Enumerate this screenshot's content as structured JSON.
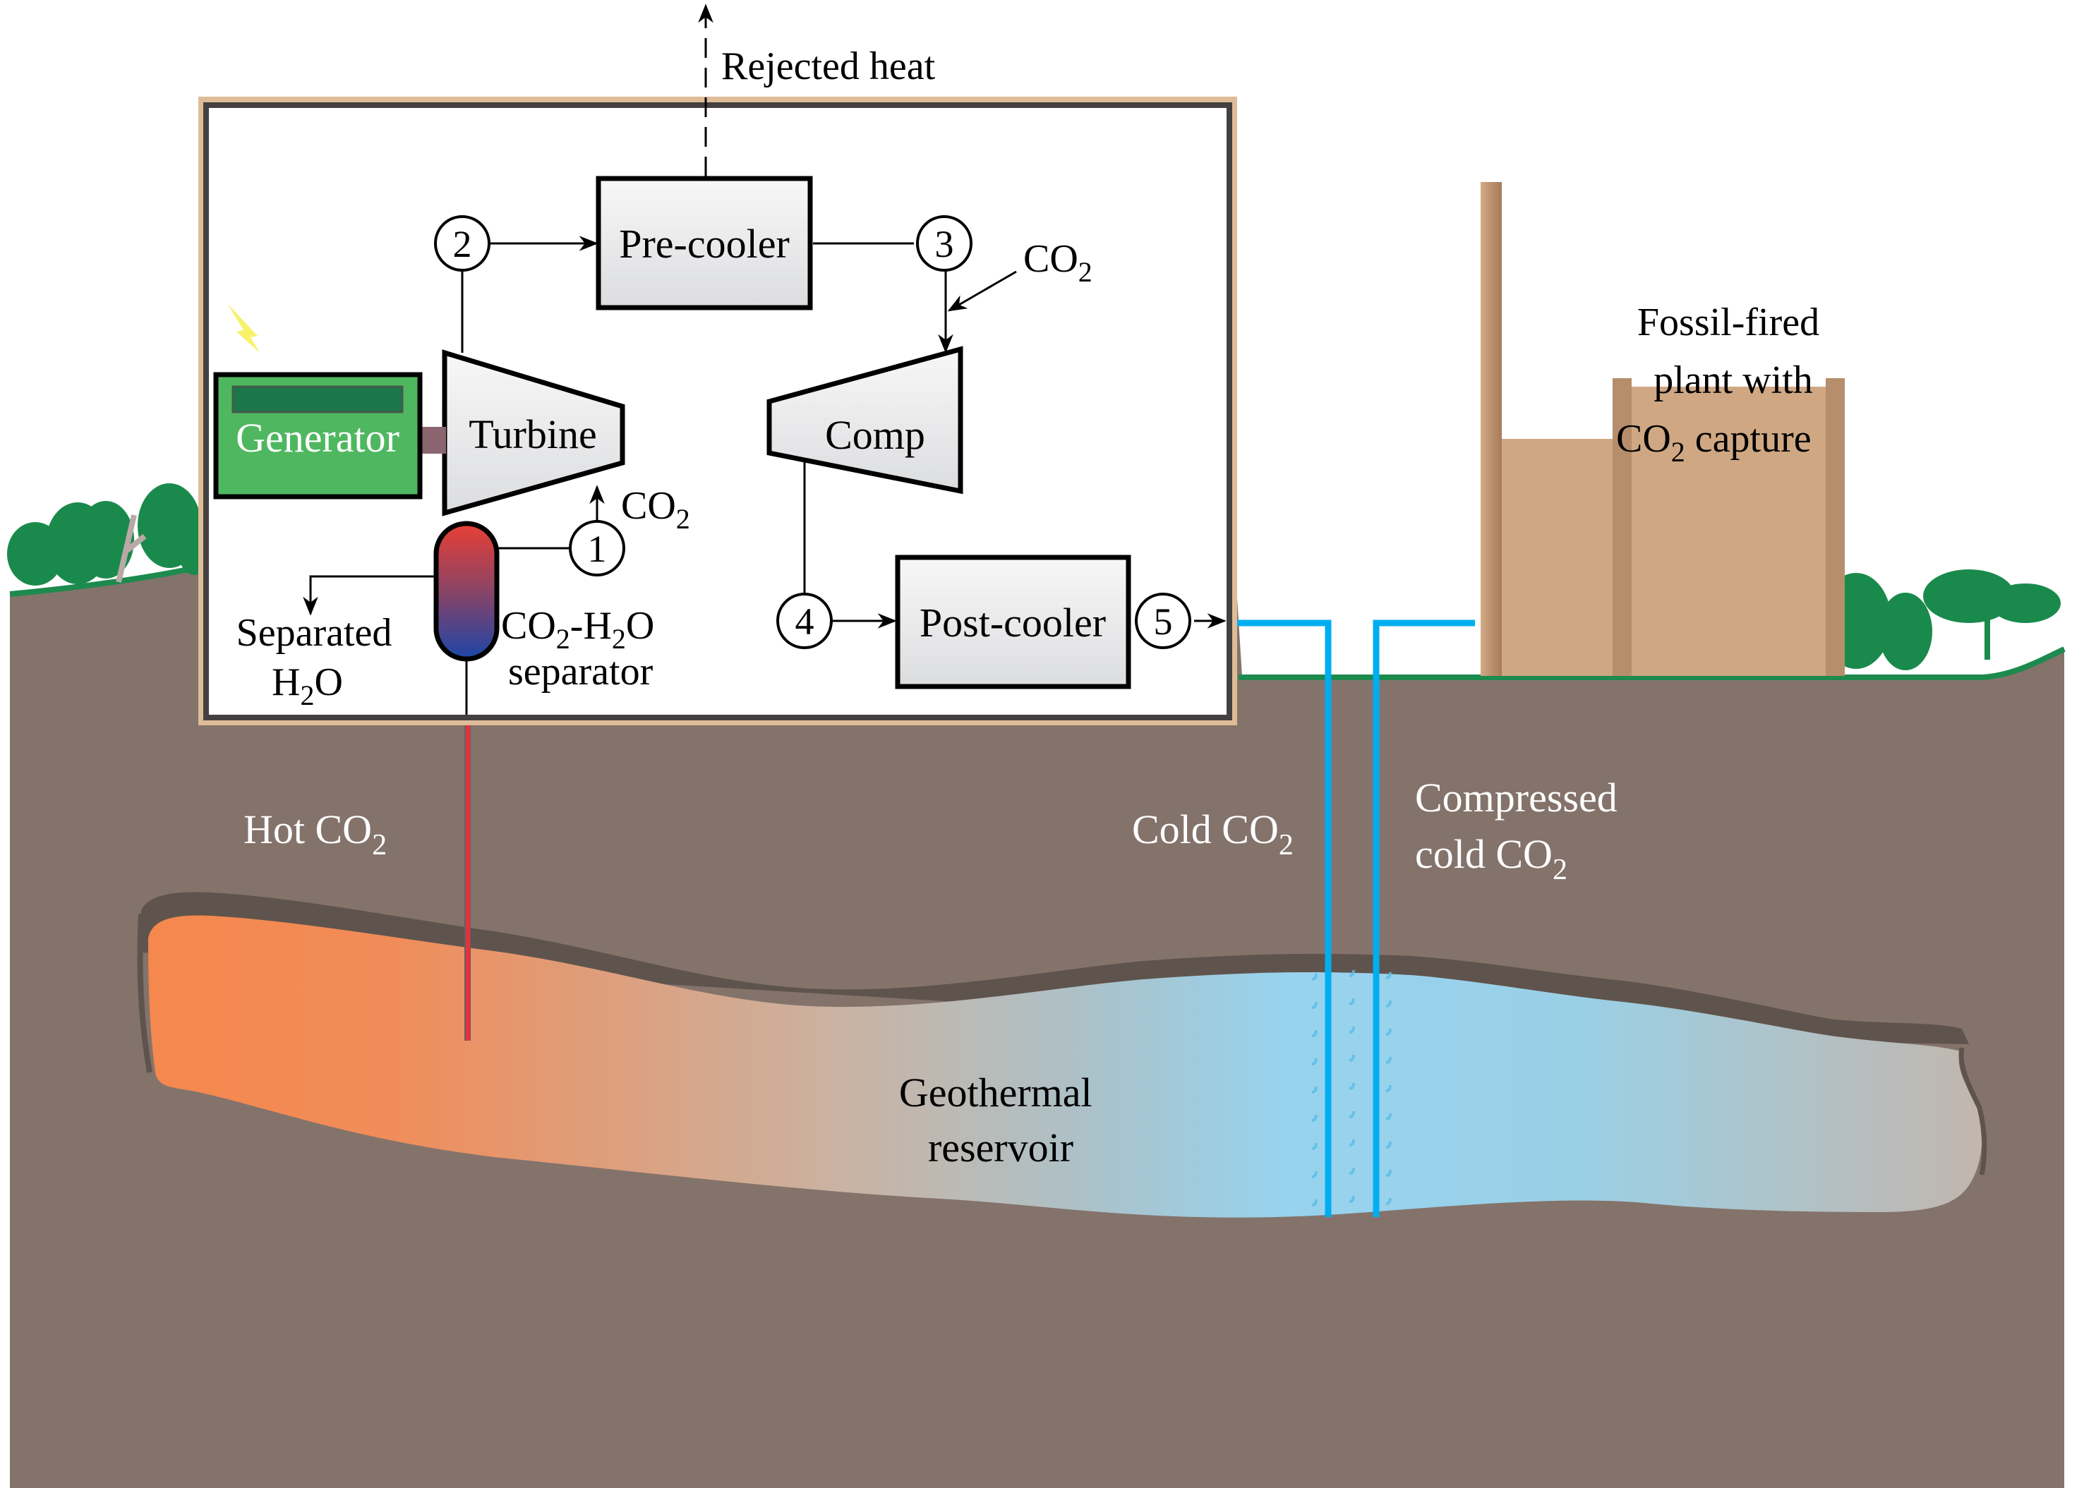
{
  "title": "CO2-based geothermal power plant with fossil-fired plant CO2 capture",
  "colors": {
    "ground": "#84736b",
    "ground_dark": "#5f544d",
    "grass": "#1d8a4e",
    "tree": "#1a8a4c",
    "frame_tan": "#dfbc98",
    "frame_dark": "#444040",
    "cold_pipe": "#00aeef",
    "hot_pipe": "#e8303a",
    "generator": "#4fb760",
    "generator_panel": "#1b7649",
    "shaft": "#8a6570",
    "equipment_fill": "#e6e7e8",
    "building": "#cfa883",
    "building_dark": "#b68e6b",
    "reservoir_hot": "#f5884d",
    "reservoir_mid": "#c2b4a8",
    "reservoir_cold": "#97d3ee",
    "lightning": "#f7f26a"
  },
  "labels": {
    "rejected_heat": "Rejected heat",
    "pre_cooler": "Pre-cooler",
    "post_cooler": "Post-cooler",
    "turbine": "Turbine",
    "comp": "Comp",
    "generator": "Generator",
    "co2_base": "CO",
    "sub2": "2",
    "separated": "Separated",
    "h2o_h": "H",
    "h2o_o": "O",
    "separator_line1_co": "CO",
    "separator_line1_mid": "-H",
    "separator_line1_end": "O",
    "separator_line2": "separator",
    "hot_co2": "Hot CO",
    "cold_co2": "Cold CO",
    "compressed_line1": "Compressed",
    "compressed_line2": "cold CO",
    "fossil_line1": "Fossil-fired",
    "fossil_line2": "plant with",
    "fossil_line3_co": "CO",
    "fossil_line3_end": " capture",
    "reservoir_line1": "Geothermal",
    "reservoir_line2": "reservoir"
  },
  "state_points": [
    "1",
    "2",
    "3",
    "4",
    "5"
  ]
}
